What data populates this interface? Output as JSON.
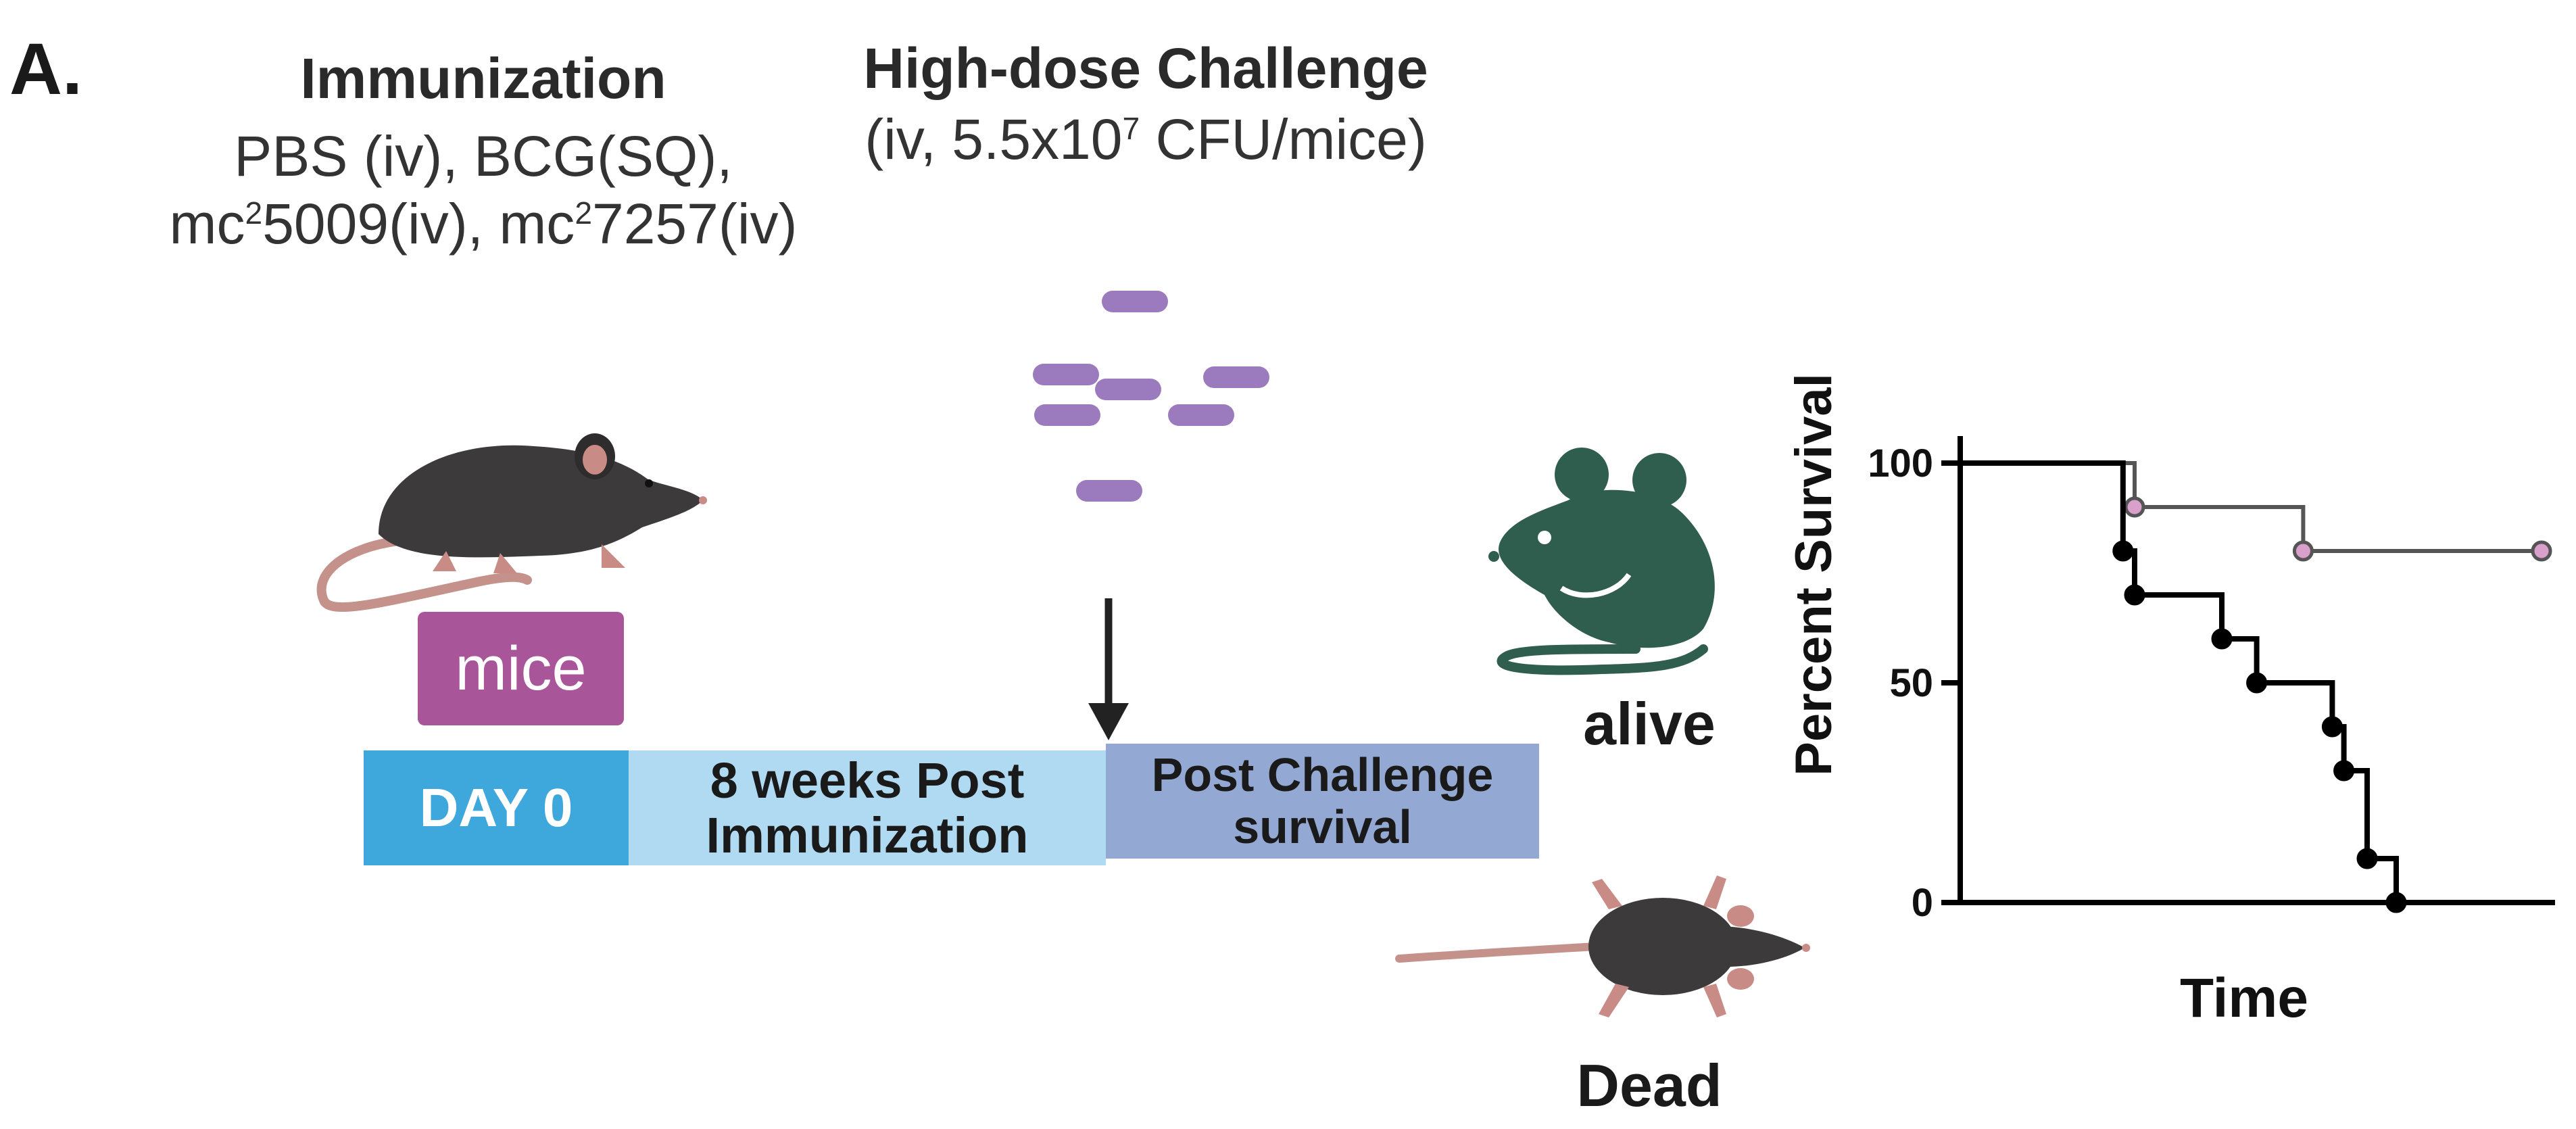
{
  "figure": {
    "panel_label": "A."
  },
  "immunization": {
    "title": "Immunization",
    "line1": "PBS (iv), BCG(SQ),",
    "line2_part1": "mc",
    "line2_sup1": "2",
    "line2_part2": "5009(iv), mc",
    "line2_sup2": "2",
    "line2_part3": "7257(iv)"
  },
  "challenge": {
    "title": "High-dose Challenge",
    "line_part1": "(iv, 5.5x10",
    "line_sup": "7",
    "line_part2": " CFU/mice)"
  },
  "mice_label": "mice",
  "timeline": {
    "day0": "DAY 0",
    "weeks": "8 weeks Post Immunization",
    "post": "Post Challenge survival"
  },
  "outcomes": {
    "alive": "alive",
    "dead": "Dead"
  },
  "colors": {
    "mice_box": "#a8559a",
    "day0": "#3ea7dc",
    "weeks": "#afdaf1",
    "post": "#93a8d2",
    "bacteria": "#9b7bbd",
    "alive_mouse": "#2f5e4e",
    "mouse_body": "#3d3a3b",
    "censor_marker": "#d9a0cc"
  },
  "icons": [
    "mouse-icon",
    "bacteria-icon",
    "alive-mouse-icon",
    "dead-mouse-icon",
    "down-arrow-icon"
  ],
  "chart_data": {
    "type": "line",
    "title": "",
    "xlabel": "Time",
    "ylabel": "Percent Survival",
    "ylim": [
      0,
      100
    ],
    "yticks": [
      "0",
      "50",
      "100"
    ],
    "xlim": [
      0,
      100
    ],
    "step": true,
    "series": [
      {
        "color": "#555555",
        "marker_fill": "#d9a0cc",
        "x": [
          0,
          30,
          30,
          59,
          59,
          100
        ],
        "y": [
          100,
          100,
          90,
          90,
          80,
          80
        ],
        "markers": [
          [
            30,
            90
          ],
          [
            59,
            80
          ],
          [
            100,
            80
          ]
        ]
      },
      {
        "color": "#000000",
        "marker_fill": "#000000",
        "x": [
          0,
          28,
          28,
          30,
          30,
          45,
          45,
          51,
          51,
          64,
          64,
          66,
          66,
          70,
          70,
          75,
          75,
          100
        ],
        "y": [
          100,
          100,
          80,
          80,
          70,
          70,
          60,
          60,
          50,
          50,
          40,
          40,
          30,
          30,
          10,
          10,
          0,
          0
        ],
        "markers": [
          [
            28,
            80
          ],
          [
            30,
            70
          ],
          [
            45,
            60
          ],
          [
            51,
            50
          ],
          [
            64,
            40
          ],
          [
            66,
            30
          ],
          [
            70,
            10
          ],
          [
            75,
            0
          ]
        ]
      }
    ]
  }
}
